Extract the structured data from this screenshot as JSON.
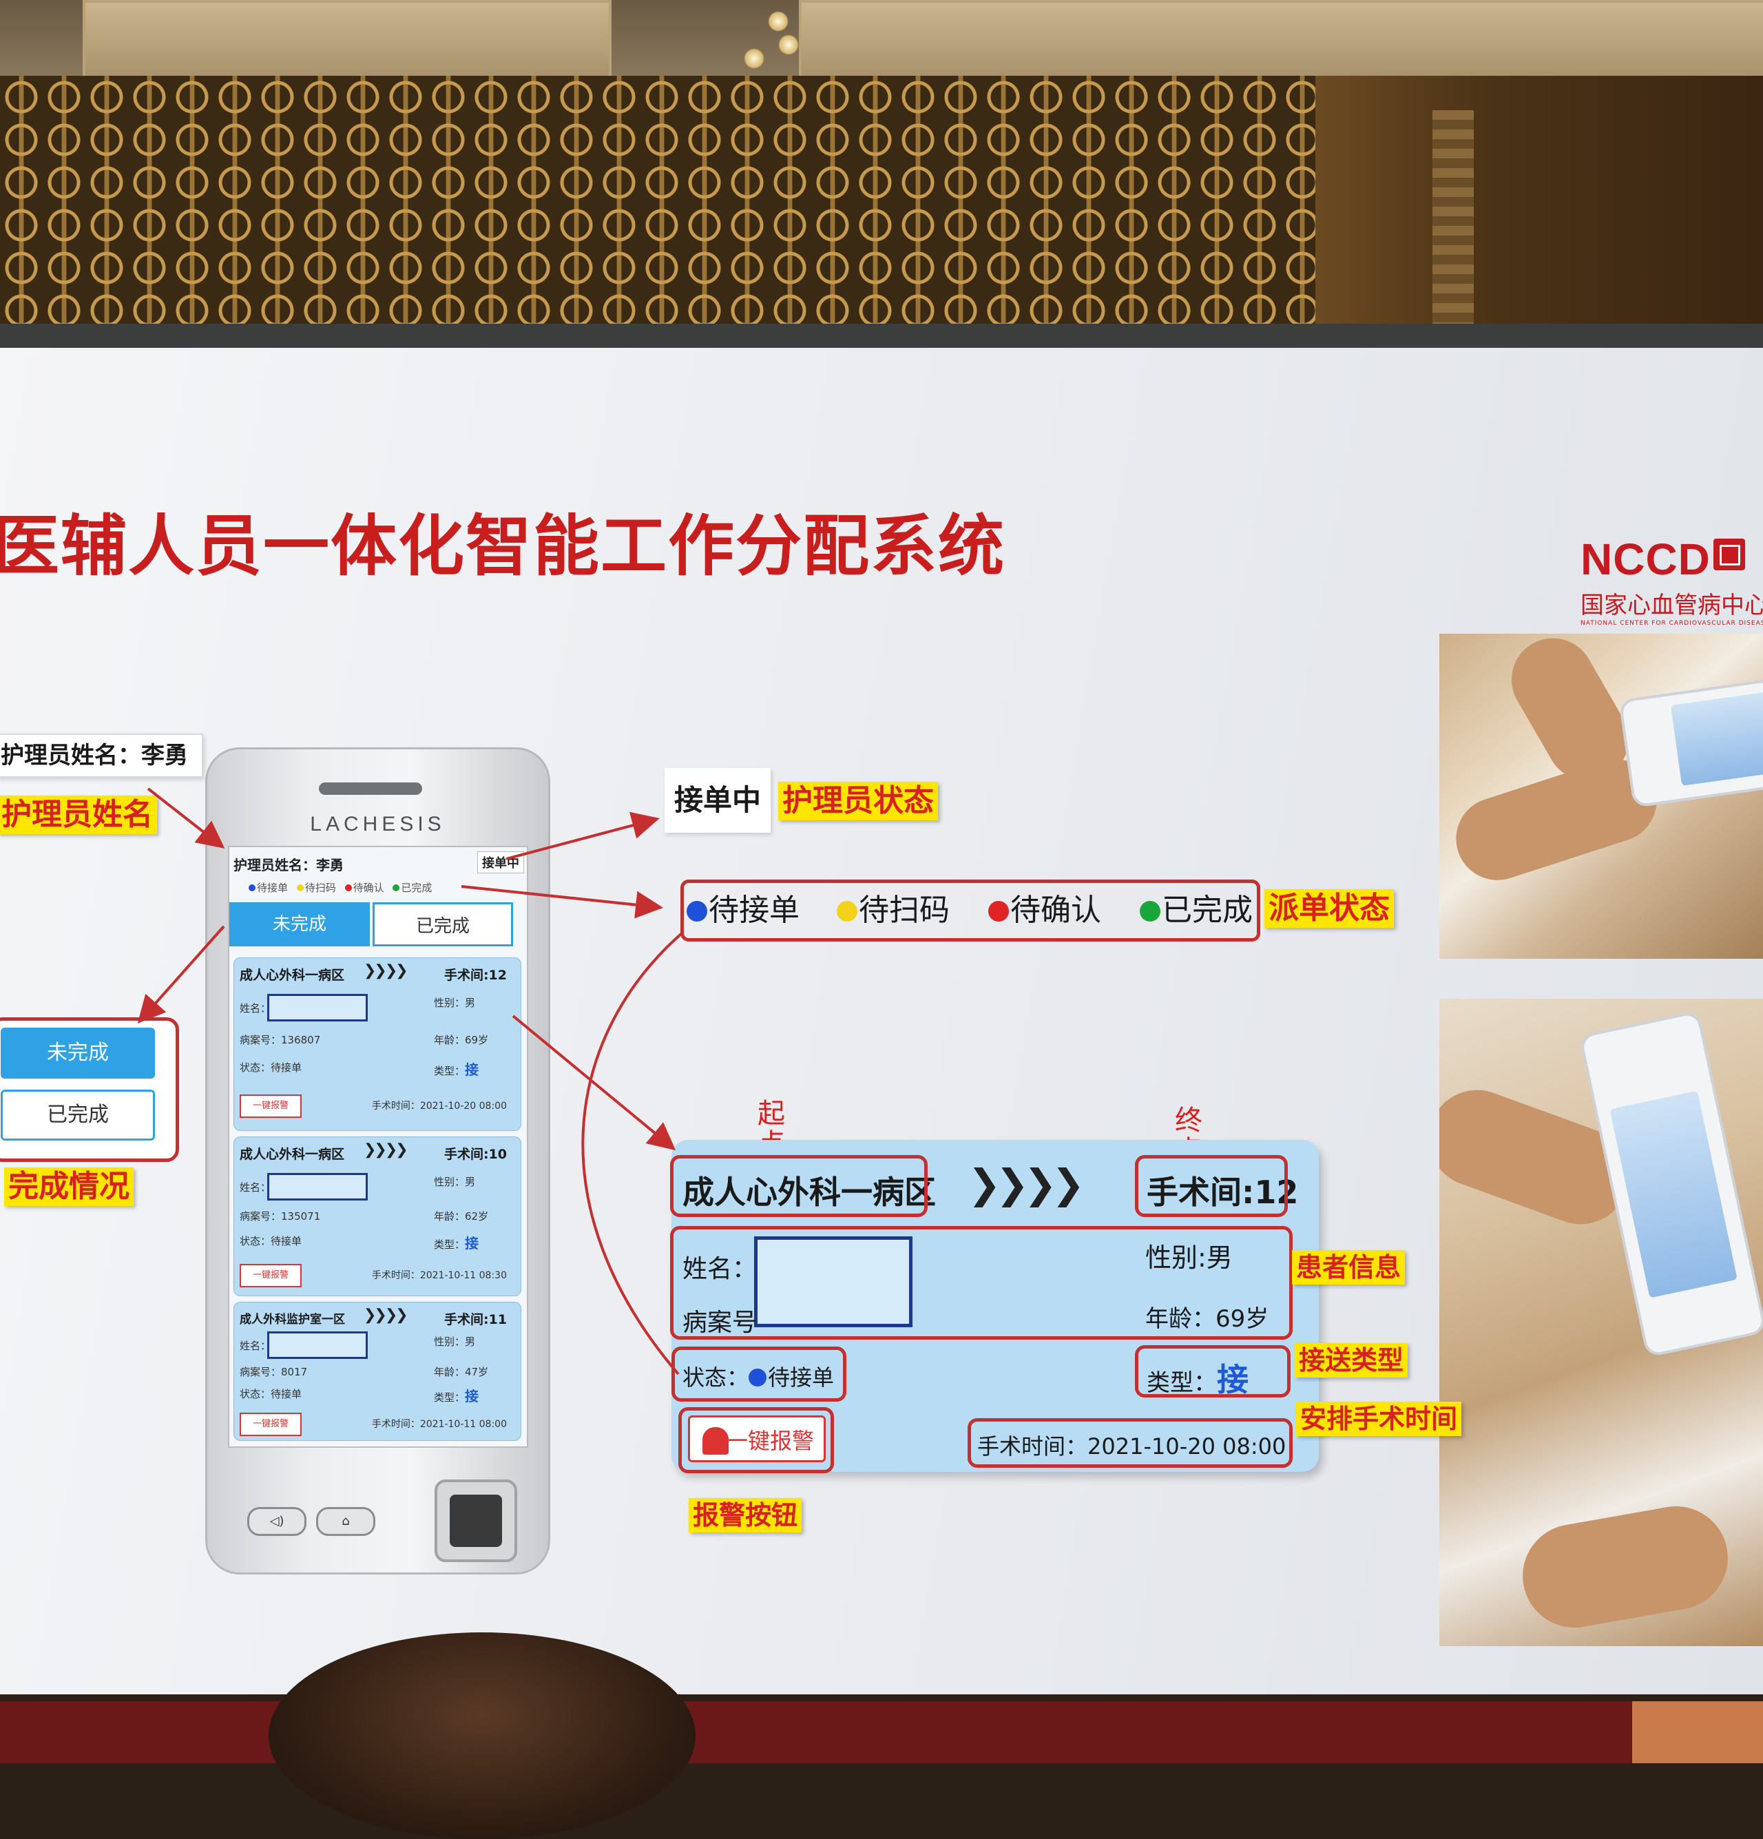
{
  "slide": {
    "title": "医辅人员一体化智能工作分配系统",
    "logo": {
      "acronym": "NCCD",
      "chinese": "国家心血管病中心",
      "english": "NATIONAL CENTER FOR CARDIOVASCULAR DISEASES"
    }
  },
  "phone": {
    "brand": "LACHESIS",
    "header": {
      "worker_label": "护理员姓名：李勇",
      "status": "接单中"
    },
    "legend": [
      "待接单",
      "待扫码",
      "待确认",
      "已完成"
    ],
    "tabs": {
      "incomplete": "未完成",
      "complete": "已完成"
    },
    "cards": [
      {
        "dept": "成人心外科一病区",
        "chevrons": "❯❯❯❯",
        "room": "手术间:12",
        "name_label": "姓名：",
        "record_label": "病案号：136807",
        "status": "状态：待接单",
        "gender": "性别：男",
        "age": "年龄：69岁",
        "type_label": "类型：",
        "type": "接",
        "alarm": "一键报警",
        "time": "手术时间：2021-10-20 08:00"
      },
      {
        "dept": "成人心外科一病区",
        "chevrons": "❯❯❯❯",
        "room": "手术间:10",
        "name_label": "姓名：",
        "record_label": "病案号：135071",
        "status": "状态：待接单",
        "gender": "性别：男",
        "age": "年龄：62岁",
        "type_label": "类型：",
        "type": "接",
        "alarm": "一键报警",
        "time": "手术时间：2021-10-11 08:30"
      },
      {
        "dept": "成人外科监护室一区",
        "chevrons": "❯❯❯❯",
        "room": "手术间:11",
        "name_label": "姓名：",
        "record_label": "病案号：8017",
        "status": "状态：待接单",
        "gender": "性别：男",
        "age": "年龄：47岁",
        "type_label": "类型：",
        "type": "接",
        "alarm": "一键报警",
        "time": "手术时间：2021-10-11 08:00"
      }
    ],
    "buttons": {
      "back": "◁)",
      "home": "⌂"
    }
  },
  "callouts": {
    "worker_name_box": "护理员姓名：李勇",
    "worker_name_label": "护理员姓名",
    "completion_label": "完成情况",
    "status_value": "接单中",
    "status_label": "护理员状态",
    "dispatch_label": "派单状态",
    "patient_label": "患者信息",
    "transfer_label": "接送类型",
    "surgery_time_label": "安排手术时间",
    "alarm_label": "报警按钮",
    "start_label": "起点",
    "end_label": "终点"
  },
  "zoom_tabs": {
    "incomplete": "未完成",
    "complete": "已完成"
  },
  "dispatch_legend": [
    {
      "label": "待接单",
      "color": "#1e50d8"
    },
    {
      "label": "待扫码",
      "color": "#f2d21a"
    },
    {
      "label": "待确认",
      "color": "#e02424"
    },
    {
      "label": "已完成",
      "color": "#1aa63a"
    }
  ],
  "big_card": {
    "dept": "成人心外科一病区",
    "chevrons": "❯❯❯❯",
    "room": "手术间:12",
    "name_label": "姓名：",
    "record_label": "病案号",
    "gender": "性别:男",
    "age": "年龄：69岁",
    "status_label": "状态：",
    "status_value": "待接单",
    "type_label": "类型：",
    "type_value": "接",
    "alarm": "一键报警",
    "surgery_time": "手术时间：2021-10-20 08:00"
  },
  "colors": {
    "accent_red": "#c62f2f",
    "title_red": "#c81e1e",
    "tab_blue": "#2ea2e4",
    "card_blue": "#b9dcf5",
    "label_yellow": "#ffe600"
  }
}
